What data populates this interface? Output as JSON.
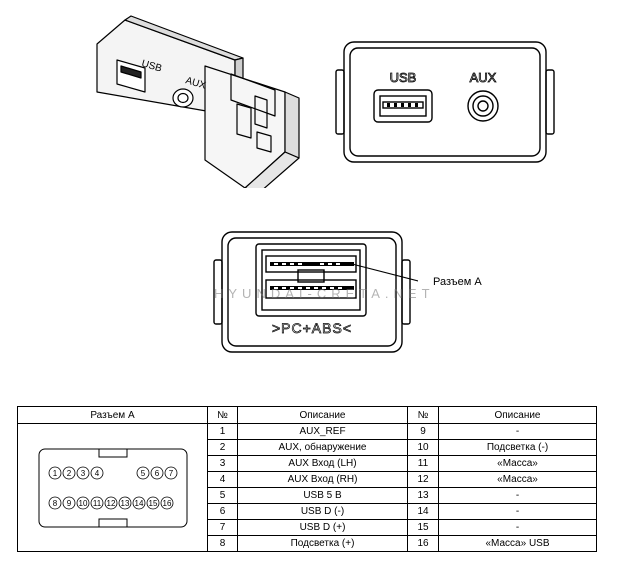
{
  "views": {
    "iso": {
      "usb_label": "USB",
      "aux_label": "AUX"
    },
    "front": {
      "usb_label": "USB",
      "aux_label": "AUX"
    },
    "rear": {
      "callout": "Разъем А",
      "material_mark": ">PC+ABS<"
    }
  },
  "watermark": "HYUNDAI-CRETA.NET",
  "table": {
    "header": [
      "Разъем А",
      "№",
      "Описание",
      "№",
      "Описание"
    ],
    "connector_pins_top": [
      "1",
      "2",
      "3",
      "4",
      "5",
      "6",
      "7"
    ],
    "connector_pins_bottom": [
      "8",
      "9",
      "10",
      "11",
      "12",
      "13",
      "14",
      "15",
      "16"
    ],
    "rows": [
      {
        "n1": "1",
        "d1": "AUX_REF",
        "n2": "9",
        "d2": "-"
      },
      {
        "n1": "2",
        "d1": "AUX, обнаружение",
        "n2": "10",
        "d2": "Подсветка (-)"
      },
      {
        "n1": "3",
        "d1": "AUX Вход (LH)",
        "n2": "11",
        "d2": "«Масса»"
      },
      {
        "n1": "4",
        "d1": "AUX Вход (RH)",
        "n2": "12",
        "d2": "«Масса»"
      },
      {
        "n1": "5",
        "d1": "USB 5 В",
        "n2": "13",
        "d2": "-"
      },
      {
        "n1": "6",
        "d1": "USB D (-)",
        "n2": "14",
        "d2": "-"
      },
      {
        "n1": "7",
        "d1": "USB D (+)",
        "n2": "15",
        "d2": "-"
      },
      {
        "n1": "8",
        "d1": "Подсветка (+)",
        "n2": "16",
        "d2": "«Масса» USB"
      }
    ]
  }
}
